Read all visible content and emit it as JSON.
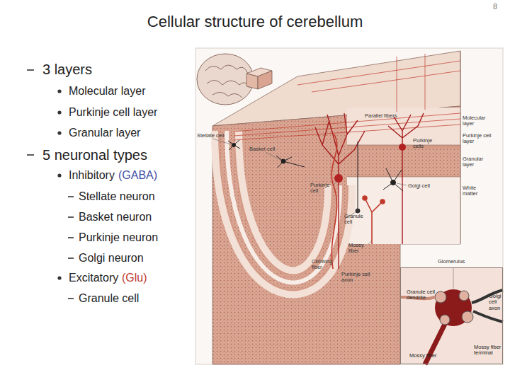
{
  "diagram": {
    "title": "Cellular structure of cerebellum",
    "nodes": [
      {
        "text": [
          "Granule cell dendrite",
          "Golgi cell axon",
          "Mossy fiber terminal",
          "Mossy fiber"
        ]
      }
    ],
    "labels": [
      "8",
      "3 layers",
      "Molecular layer",
      "Purkinje cell layer",
      "Granular layer",
      "5 neuronal types",
      "Inhibitory",
      "(GABA)",
      "Stellate neuron",
      "Basket neuron",
      "Purkinje neuron",
      "Golgi neuron",
      "Excitatory",
      "(Glu)",
      "Granule cell",
      "Parallel fibers",
      "Molecular layer",
      "Purkinje cell layer",
      "Purkinje cells",
      "Stellate cell",
      "Basket cell",
      "Granular layer",
      "Purkinje cell",
      "Golgi cell",
      "White matter",
      "Granule cell",
      "Mossy fiber",
      "Climbing fiber",
      "Purkinje cell axon",
      "Glomerulus"
    ]
  }
}
